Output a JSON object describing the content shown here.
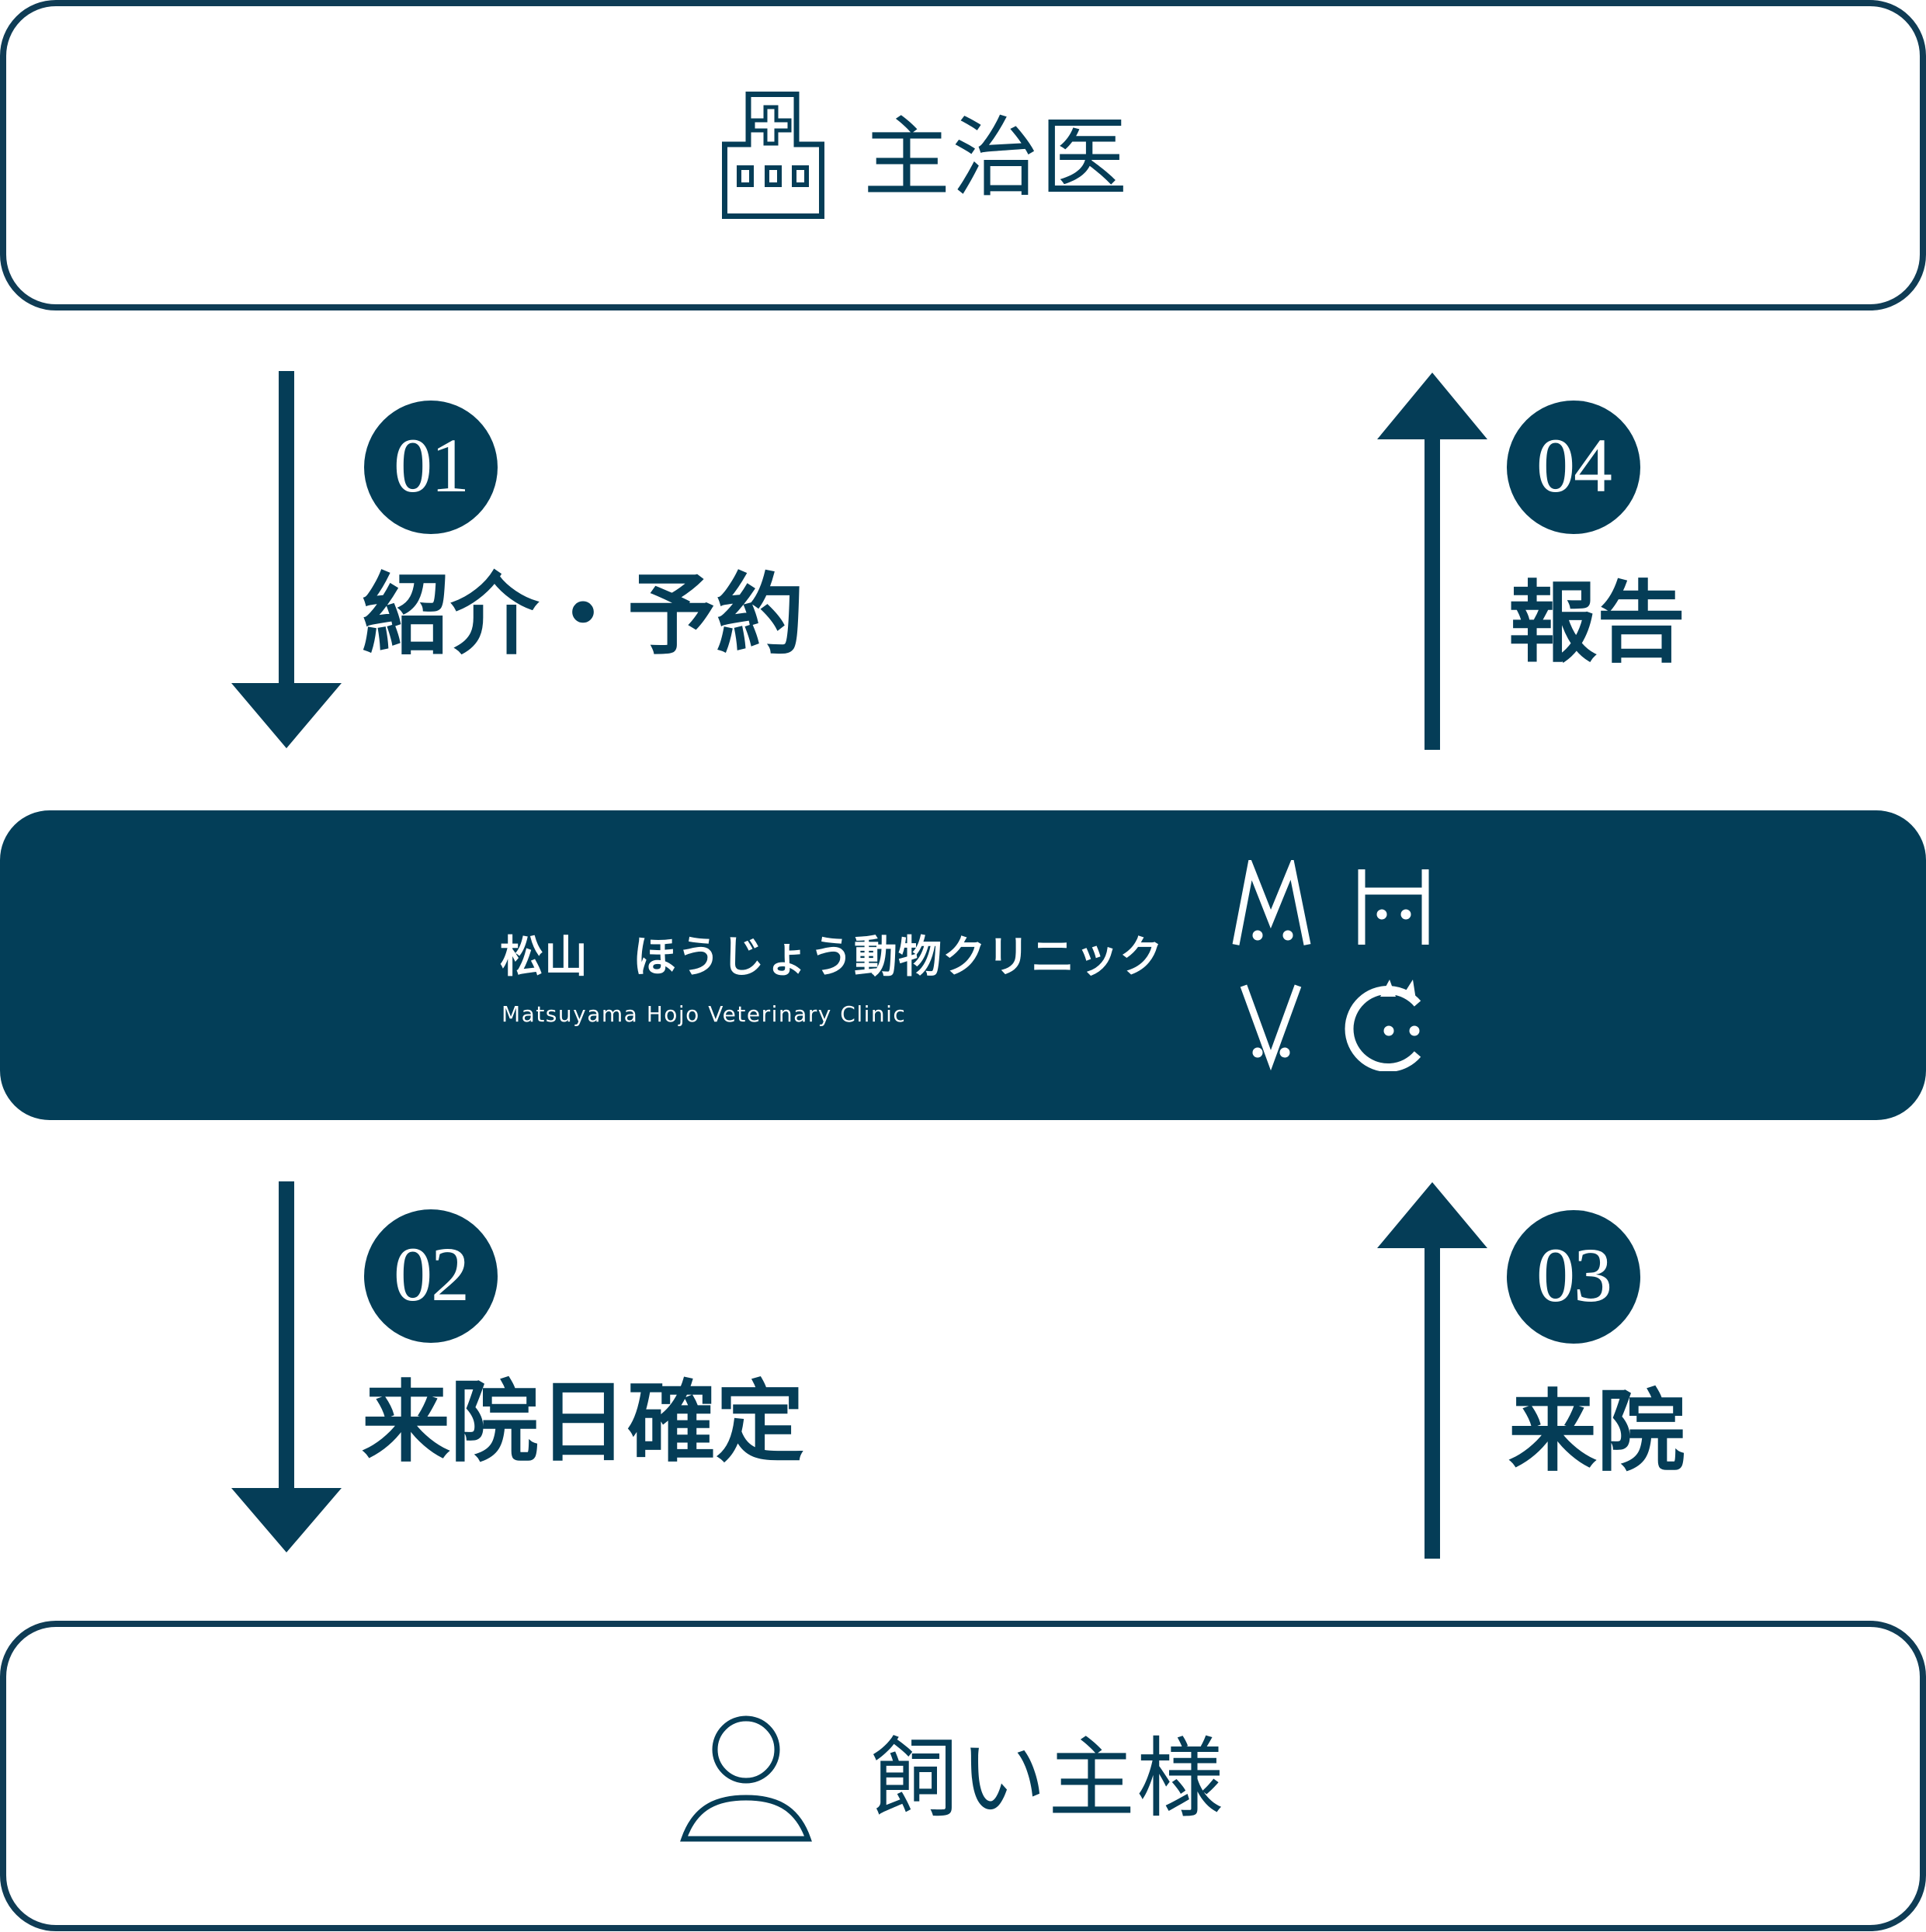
{
  "top_box": {
    "icon": "hospital-icon",
    "label": "主治医"
  },
  "clinic": {
    "name_jp": "松山　ほうじょう動物クリニック",
    "name_en": "Matsuyama Hojo Veterinary Clinic",
    "logo_letters": [
      "M",
      "H",
      "V",
      "C"
    ]
  },
  "bottom_box": {
    "icon": "person-icon",
    "label": "飼い主様"
  },
  "steps": [
    {
      "number": "01",
      "label": "紹介・予約",
      "direction": "down"
    },
    {
      "number": "02",
      "label": "来院日確定",
      "direction": "down"
    },
    {
      "number": "03",
      "label": "来院",
      "direction": "up"
    },
    {
      "number": "04",
      "label": "報告",
      "direction": "up"
    }
  ],
  "colors": {
    "primary": "#033e58",
    "border": "#0f3c55",
    "background": "#ffffff",
    "text_on_primary": "#ffffff"
  }
}
